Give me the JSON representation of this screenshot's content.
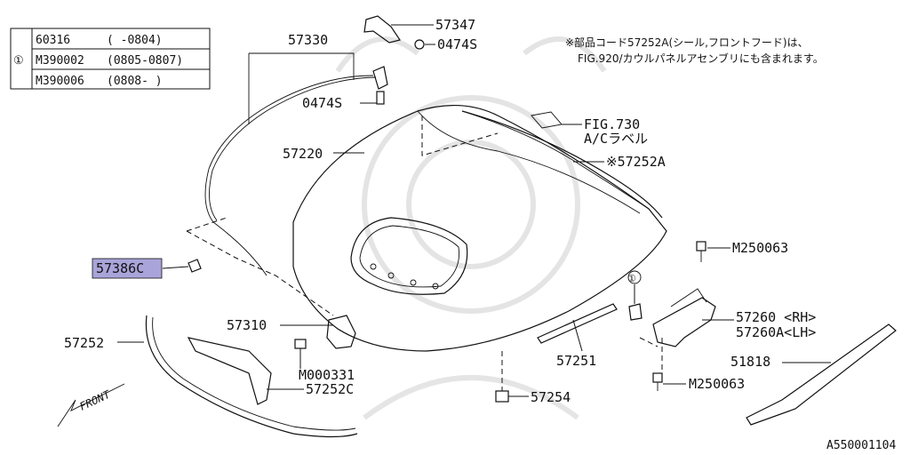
{
  "table": {
    "ref": "①",
    "rows": [
      {
        "part": "60316",
        "range": "(     -0804)"
      },
      {
        "part": "M390002",
        "range": "(0805-0807)"
      },
      {
        "part": "M390006",
        "range": "(0808-     )"
      }
    ]
  },
  "note": {
    "line1": "※部品コード57252A(シール,フロントフード)は、",
    "line2": "FIG.920/カウルパネルアセンブリにも含まれます。"
  },
  "labels": {
    "p57347": "57347",
    "p0474s_top": "0474S",
    "p57330": "57330",
    "p0474s_mid": "0474S",
    "fig730": "FIG.730",
    "ac_label": "A/Cラベル",
    "p57220": "57220",
    "p57252a": "※57252A",
    "p57386c": "57386C",
    "m250063_top": "M250063",
    "circle_ref": "①",
    "p57310": "57310",
    "p57260": "57260 <RH>",
    "p57260a": "57260A<LH>",
    "p57252": "57252",
    "p57251": "57251",
    "p51818": "51818",
    "m000331": "M000331",
    "m250063_bottom": "M250063",
    "p57252c": "57252C",
    "p57254": "57254",
    "front": "FRONT",
    "diagram_id": "A550001104"
  },
  "colors": {
    "highlight": "#a9a4d9",
    "line": "#111111"
  }
}
